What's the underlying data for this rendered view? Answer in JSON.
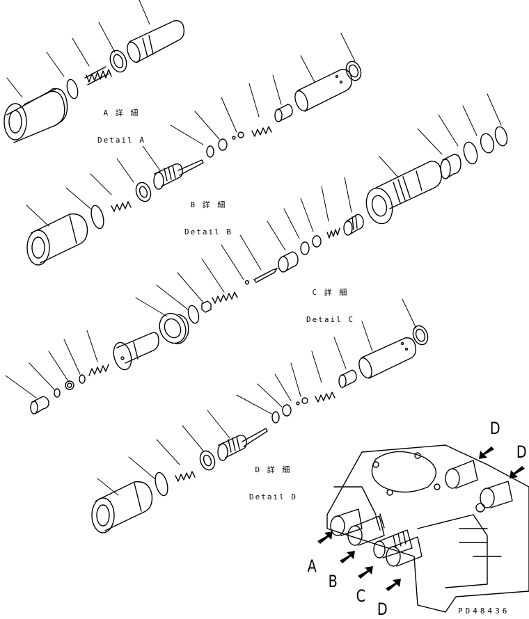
{
  "details": [
    {
      "id": "A",
      "jp": "A 詳 細",
      "en": "Detail A"
    },
    {
      "id": "B",
      "jp": "B 詳 細",
      "en": "Detail B"
    },
    {
      "id": "C",
      "jp": "C 詳 細",
      "en": "Detail C"
    },
    {
      "id": "D",
      "jp": "D 詳 細",
      "en": "Detail D"
    }
  ],
  "arrow_labels": {
    "a": "A",
    "b": "B",
    "c": "C",
    "d_bottom": "D",
    "d_top1": "D",
    "d_top2": "D"
  },
  "drawing_code": "PD48436"
}
